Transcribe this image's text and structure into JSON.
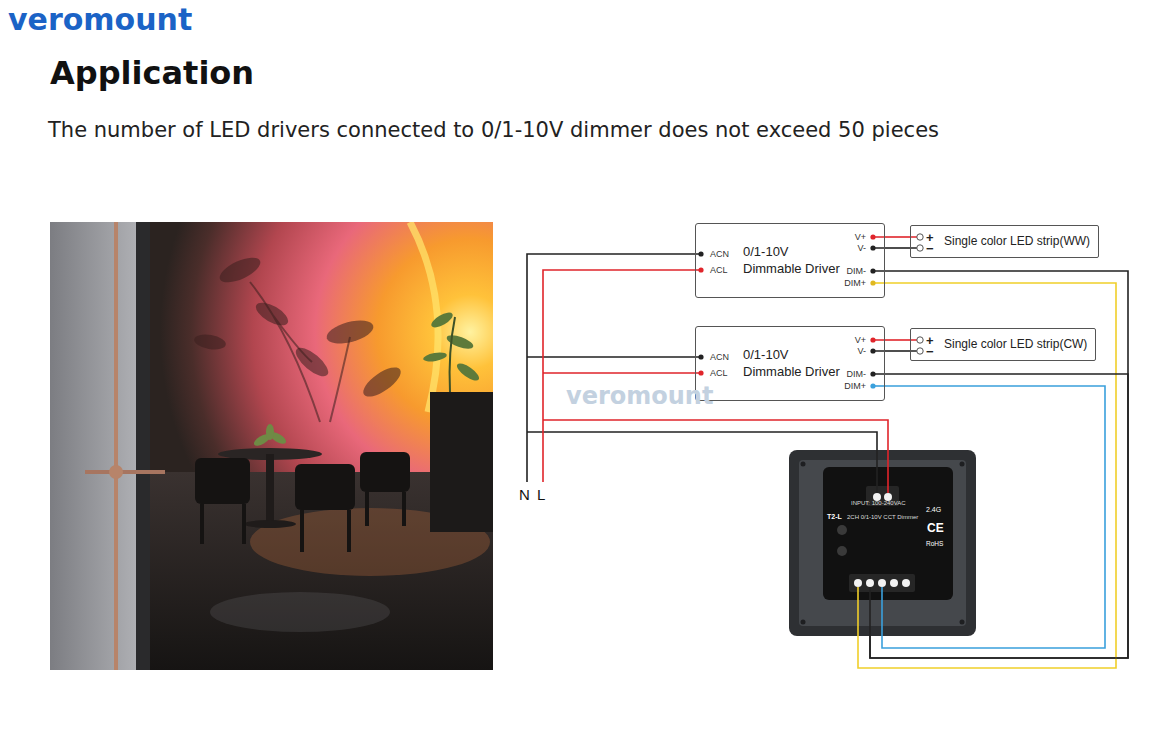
{
  "diagram": {
    "title": "Application",
    "caption": "The number of LED drivers connected to 0/1-10V dimmer does not exceed 50 pieces",
    "nodes": [
      {
        "text": [
          "0/1-10V",
          "Dimmable Driver"
        ]
      },
      {
        "text": [
          "+",
          "−",
          "Single color LED strip(WW)"
        ]
      },
      {
        "text": [
          "0/1-10V",
          "Dimmable Driver"
        ]
      },
      {
        "text": [
          "+",
          "−",
          "Single color LED strip(CW)"
        ]
      },
      {
        "text": [
          "INPUT: 100-240VAC",
          "T2-L",
          "2CH 0/1-10V CCT Dimmer",
          "2.4G",
          "CE",
          "RoHS"
        ]
      }
    ],
    "edges": [
      {
        "from": 0,
        "to": 1,
        "arrow": "none"
      },
      {
        "from": 0,
        "to": 1,
        "arrow": "none"
      },
      {
        "from": 2,
        "to": 3,
        "arrow": "none"
      },
      {
        "from": 2,
        "to": 3,
        "arrow": "none"
      },
      {
        "from": 0,
        "to": 4,
        "arrow": "none"
      },
      {
        "from": 0,
        "to": 4,
        "arrow": "none"
      },
      {
        "from": 2,
        "to": 4,
        "arrow": "none"
      },
      {
        "from": 2,
        "to": 4,
        "arrow": "none"
      }
    ],
    "labels": [
      "veromount",
      "ACN",
      "ACL",
      "V+",
      "V-",
      "DIM-",
      "DIM+",
      "ACN",
      "ACL",
      "V+",
      "V-",
      "DIM-",
      "DIM+",
      "veromount",
      "N",
      "L"
    ]
  }
}
